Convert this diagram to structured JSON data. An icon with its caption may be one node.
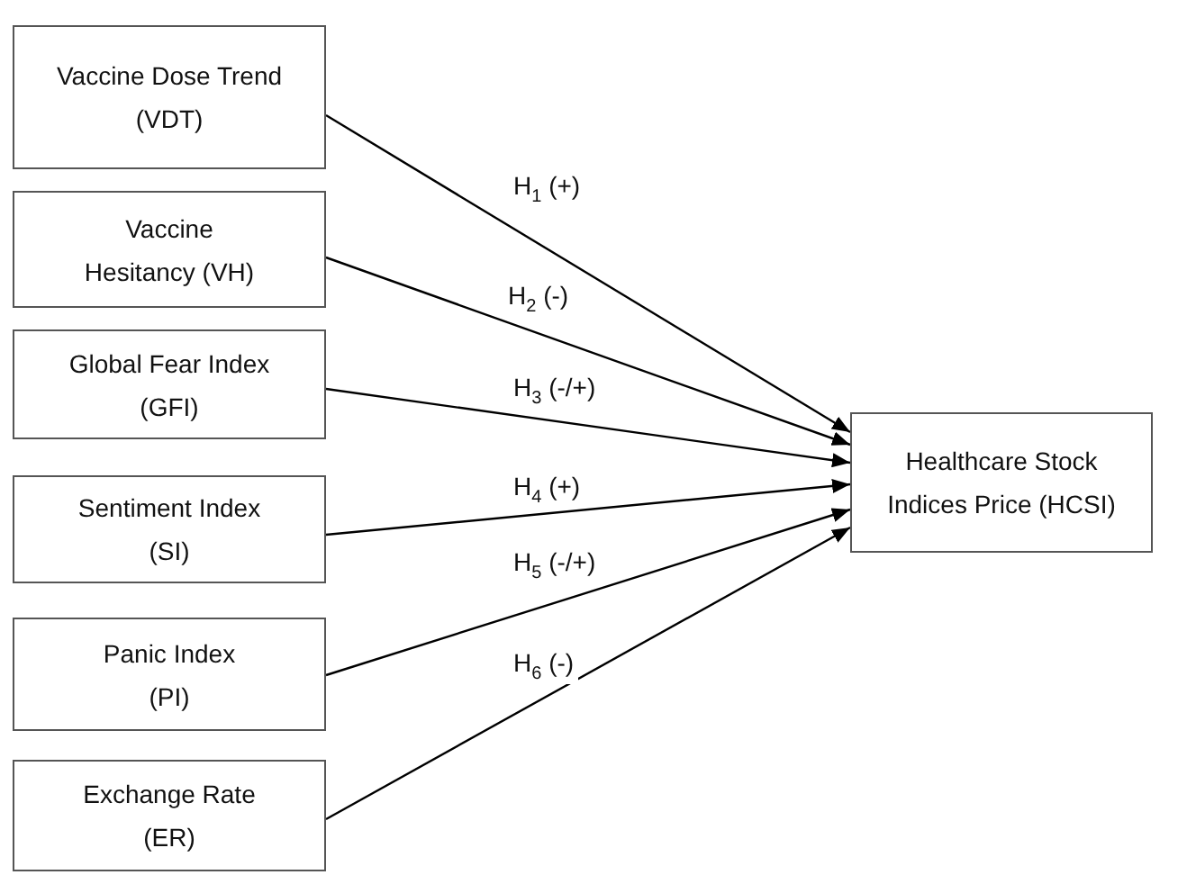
{
  "diagram": {
    "nodes": [
      {
        "text": [
          "Vaccine Dose Trend (VDT)"
        ]
      },
      {
        "text": [
          "Vaccine Hesitancy (VH)"
        ]
      },
      {
        "text": [
          "Global Fear Index (GFI)"
        ]
      },
      {
        "text": [
          "Sentiment Index (SI)"
        ]
      },
      {
        "text": [
          "Panic Index (PI)"
        ]
      },
      {
        "text": [
          "Exchange Rate (ER)"
        ]
      },
      {
        "text": [
          "Healthcare Stock Indices Price (HCSI)"
        ]
      }
    ],
    "edges": [
      {
        "from": 0,
        "to": 6,
        "arrow": "to",
        "label": "H$_{1}$ (+)"
      },
      {
        "from": 1,
        "to": 6,
        "arrow": "to",
        "label": "H$_{2}$ (-)"
      },
      {
        "from": 2,
        "to": 6,
        "arrow": "to",
        "label": "H$_{3}$ (-/+)"
      },
      {
        "from": 3,
        "to": 6,
        "arrow": "to",
        "label": "H$_{4}$ (+)"
      },
      {
        "from": 4,
        "to": 6,
        "arrow": "to",
        "label": "H$_{5}$ (-/+)"
      },
      {
        "from": 5,
        "to": 6,
        "arrow": "to",
        "label": "H$_{6}$ (-)"
      }
    ]
  }
}
